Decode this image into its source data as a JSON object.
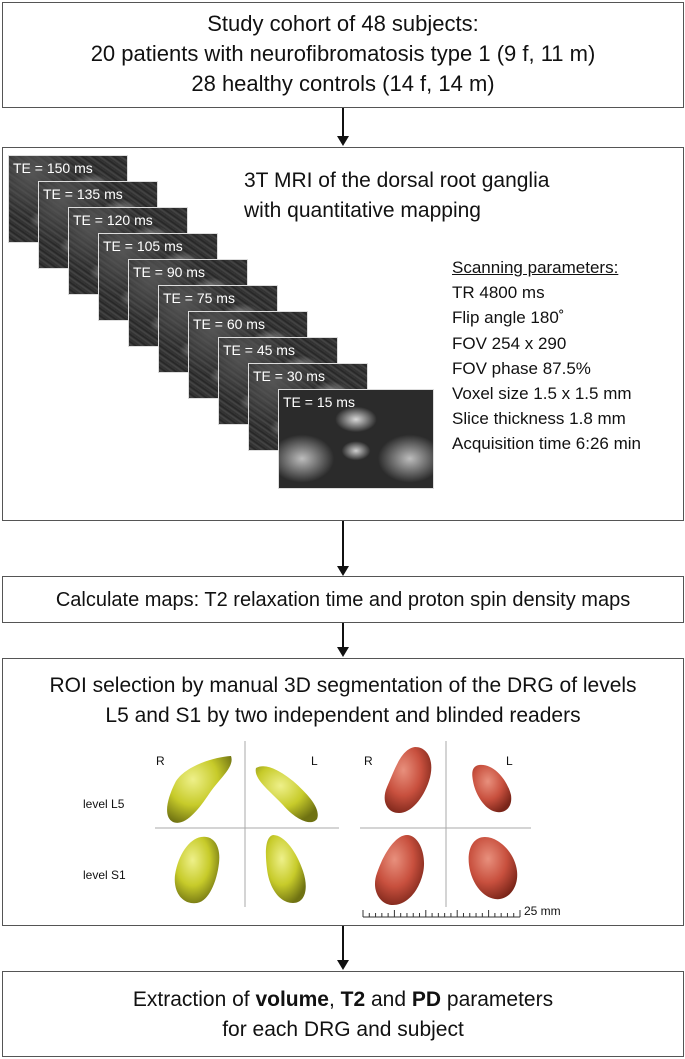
{
  "box1": {
    "line1": "Study cohort of 48 subjects:",
    "line2": "20 patients with neurofibromatosis type 1 (9 f, 11 m)",
    "line3": "28 healthy controls (14 f, 14 m)"
  },
  "box2": {
    "title_line1": "3T MRI of the dorsal root ganglia",
    "title_line2": "with quantitative mapping",
    "te_labels": [
      "TE = 150 ms",
      "TE = 135 ms",
      "TE = 120 ms",
      "TE = 105 ms",
      "TE = 90 ms",
      "TE = 75 ms",
      "TE = 60 ms",
      "TE = 45 ms",
      "TE = 30 ms",
      "TE = 15 ms"
    ],
    "params_header": "Scanning parameters:",
    "params": [
      "TR 4800 ms",
      "Flip angle 180˚",
      "FOV 254 x 290",
      "FOV phase 87.5%",
      "Voxel size 1.5 x 1.5 mm",
      "Slice thickness 1.8 mm",
      "Acquisition time 6:26 min"
    ]
  },
  "box3": {
    "text": "Calculate maps: T2 relaxation time and proton spin density maps"
  },
  "box4": {
    "line1": "ROI selection by manual 3D segmentation of the DRG of levels",
    "line2": "L5 and S1 by two independent and blinded readers",
    "side_left": "R",
    "side_right": "L",
    "level_l5": "level L5",
    "level_s1": "level S1",
    "scale_label": "25 mm",
    "colors": {
      "yellow": "#c7cb2a",
      "red": "#c8503e"
    }
  },
  "box5": {
    "line1_pre": "Extraction of ",
    "line1_b1": "volume",
    "line1_mid1": ", ",
    "line1_b2": "T2",
    "line1_mid2": " and ",
    "line1_b3": "PD",
    "line1_post": " parameters",
    "line2": "for each DRG and subject"
  }
}
